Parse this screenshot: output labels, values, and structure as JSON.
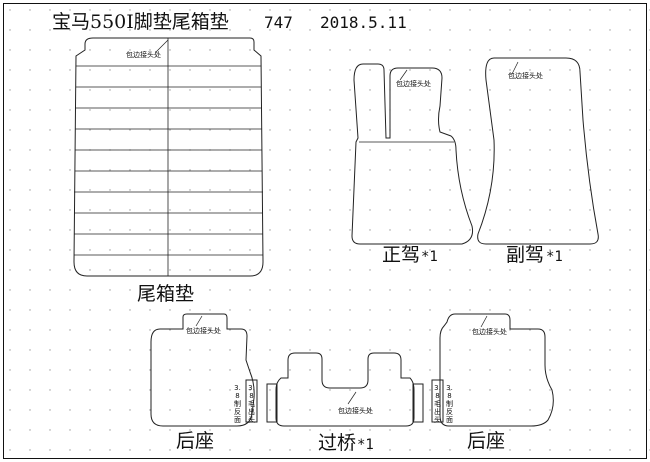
{
  "title": {
    "name": "宝马550I脚垫尾箱垫",
    "code": "747",
    "date": "2018.5.11"
  },
  "pieces": {
    "trunk": {
      "label": "尾箱垫",
      "note": "包边接头处"
    },
    "driver": {
      "label": "正驾",
      "qty": "*1",
      "note": "包边接头处"
    },
    "passenger": {
      "label": "副驾",
      "qty": "*1",
      "note": "包边接头处"
    },
    "rear_left": {
      "label": "后座",
      "note": "包边接头处",
      "side_a": "3.8制反面",
      "side_b": "3.8毛出头"
    },
    "bridge": {
      "label": "过桥",
      "qty": "*1",
      "note": "包边接头处"
    },
    "rear_right": {
      "label": "后座",
      "note": "包边接头处",
      "side_a": "3.8毛出头",
      "side_b": "3.8制反面"
    }
  }
}
